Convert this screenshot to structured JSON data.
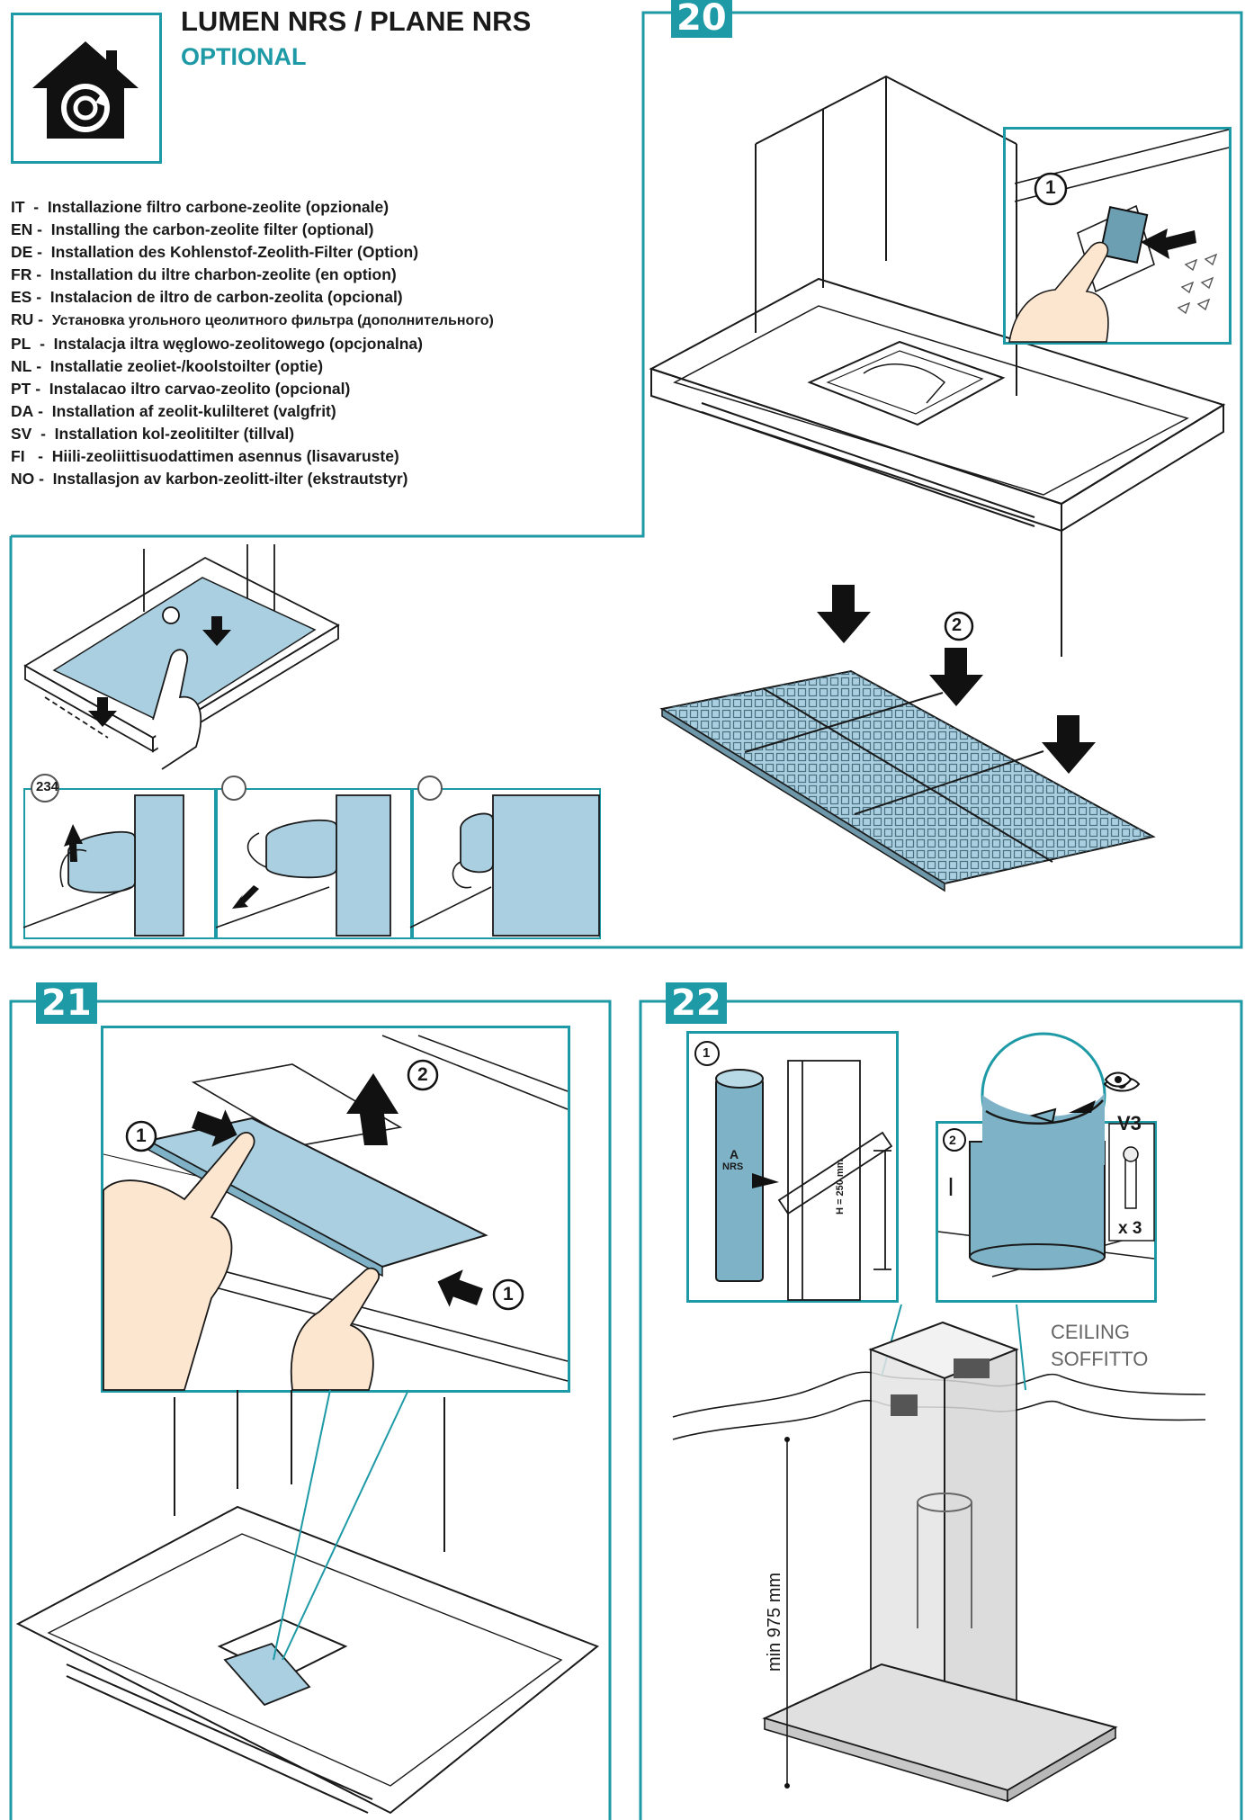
{
  "header": {
    "title": "LUMEN NRS / PLANE NRS",
    "subtitle": "OPTIONAL"
  },
  "languages": [
    {
      "code": "IT",
      "text": "Installazione filtro carbone-zeolite (opzionale)"
    },
    {
      "code": "EN",
      "text": "Installing the carbon-zeolite filter (optional)"
    },
    {
      "code": "DE",
      "text": "Installation des Kohlenstof-Zeolith-Filter (Option)"
    },
    {
      "code": "FR",
      "text": "Installation du iltre charbon-zeolite (en option)"
    },
    {
      "code": "ES",
      "text": "Instalacion de iltro de carbon-zeolita (opcional)"
    },
    {
      "code": "RU",
      "text": "Установка угольного цеолитного фильтра (дополнительного)"
    },
    {
      "code": "PL",
      "text": "Instalacja iltra węglowo-zeolitowego (opcjonalna)"
    },
    {
      "code": "NL",
      "text": "Installatie zeoliet-/koolstoilter (optie)"
    },
    {
      "code": "PT",
      "text": "Instalacao iltro carvao-zeolito (opcional)"
    },
    {
      "code": "DA",
      "text": "Installation af zeolit-kulilteret (valgfrit)"
    },
    {
      "code": "SV",
      "text": "Installation kol-zeolitilter (tillval)"
    },
    {
      "code": "FI",
      "text": "Hiili-zeoliittisuodattimen asennus (lisavaruste)"
    },
    {
      "code": "NO",
      "text": "Installasjon av karbon-zeolitt-ilter (ekstrautstyr)"
    }
  ],
  "steps": {
    "s20": "20",
    "s21": "21",
    "s22": "22"
  },
  "callouts": {
    "one": "1",
    "two": "2",
    "seq": "234"
  },
  "step22": {
    "label_a": "A",
    "label_nrs": "NRS",
    "height": "H = 250 mm",
    "screw_code": "V3",
    "screw_qty": "x 3",
    "ceiling": "CEILING",
    "soffitto": "SOFFITTO",
    "min_dim": "min 975 mm"
  },
  "colors": {
    "accent": "#1e9aa6",
    "filter_blue": "#a9cfe0",
    "line": "#1a1a1a"
  }
}
